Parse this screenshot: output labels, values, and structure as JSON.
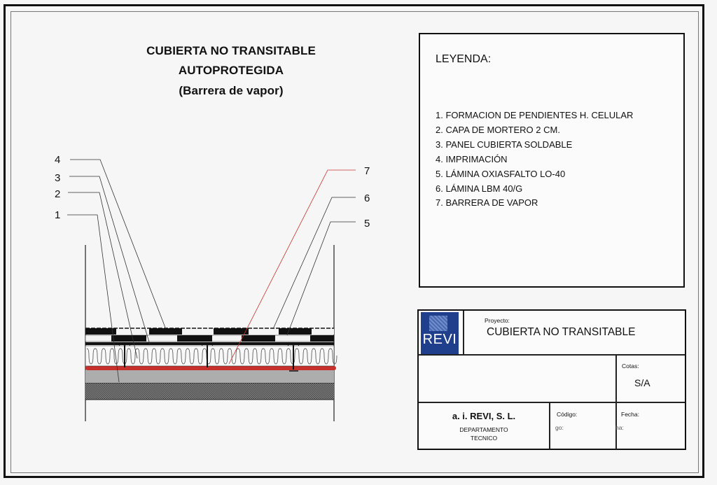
{
  "drawing": {
    "title_lines": [
      "CUBIERTA NO TRANSITABLE",
      "AUTOPROTEGIDA",
      "(Barrera de vapor)"
    ],
    "callouts_left": [
      "4",
      "3",
      "2",
      "1"
    ],
    "callouts_right": [
      "7",
      "6",
      "5"
    ],
    "colors": {
      "vapor_barrier": "#c8312b",
      "mortar_layer": "#a9a9a9",
      "slab_hatch": "#6e6e6e",
      "frame": "#111111"
    }
  },
  "legend": {
    "title": "LEYENDA:",
    "items": [
      "1. FORMACION DE PENDIENTES H. CELULAR",
      "2. CAPA DE MORTERO 2 CM.",
      "3. PANEL  CUBIERTA SOLDABLE",
      "4. IMPRIMACIÓN",
      "5. LÁMINA OXIASFALTO LO-40",
      "6. LÁMINA  LBM 40/G",
      "7. BARRERA DE VAPOR"
    ]
  },
  "title_block": {
    "logo_text": "REVI",
    "project_label": "Proyecto:",
    "project_name": "CUBIERTA NO TRANSITABLE",
    "cotas_label": "Cotas:",
    "cotas_value": "S/A",
    "company": "a. i. REVI, S. L.",
    "department_line1": "DEPARTAMENTO",
    "department_line2": "TECNICO",
    "codigo_label": "Código:",
    "codigo_fragment": "go:",
    "fecha_label": "Fecha:",
    "fecha_fragment": "ha:"
  }
}
